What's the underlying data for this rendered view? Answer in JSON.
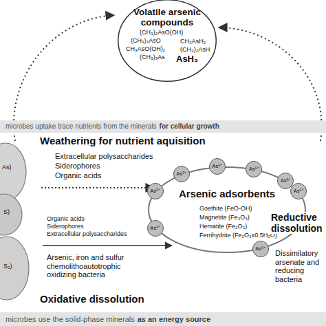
{
  "diagram": {
    "nodes": [
      {
        "text": [
          "Volatile arsenic compounds",
          "(CH₃)₂AsO(OH)",
          "(CH₃)₃AsO",
          "CH₃AsH₂",
          "CH₃AsO(OH)₂",
          "(CH₃)₂AsH",
          "(CH₃)₃As",
          "AsH₃"
        ]
      },
      {
        "text": [
          "Arsenic adsorbents",
          "Goethite (FeO-OH)",
          "Magnetite (Fe₃O₄)",
          "Hematite (Fe₂O₃)",
          "Ferrihydrite (Fe₂O₃x0.5H₂O)"
        ]
      },
      {
        "text": [
          "As⁵⁺"
        ],
        "in": 1
      },
      {
        "text": [
          "As⁵⁺"
        ],
        "in": 1
      },
      {
        "text": [
          "As⁵⁺"
        ],
        "in": 1
      },
      {
        "text": [
          "As⁵⁺"
        ],
        "in": 1
      },
      {
        "text": [
          "As⁵⁺"
        ],
        "in": 1
      },
      {
        "text": [
          "As⁵⁺"
        ],
        "in": 1
      },
      {
        "text": [
          "As⁵⁺"
        ],
        "in": 1
      },
      {
        "text": [
          "As⁵⁺"
        ],
        "in": 1
      }
    ],
    "labels": [
      "microbes uptake trace nutrients from the minerals",
      "for cellular growth",
      "Weathering for nutrient aquisition",
      "Extracellular polysaccharides",
      "Siderophores",
      "Organic acids",
      "Organic acids",
      "Siderophores",
      "Extracellular polysaccharides",
      "Arsenic, iron and sulfur chemolithoautotrophic oxidizing bacteria",
      "Oxidative dissolution",
      "Reductive dissolution",
      "Dissimilatory arsenate and reducing bacteria",
      "microbes use the solid-phase minerals",
      "as an energy source",
      "As)",
      "S)",
      "S₂)"
    ]
  }
}
